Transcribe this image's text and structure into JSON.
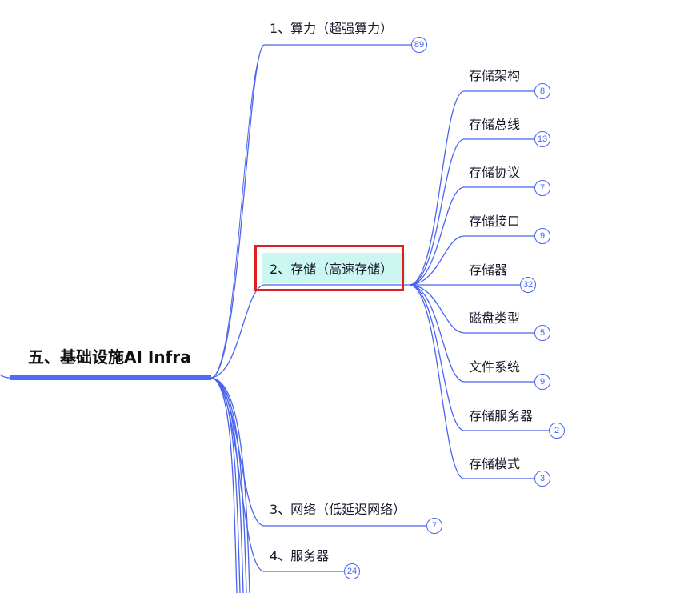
{
  "colors": {
    "line": "#4a64f0",
    "root_bar": "#4a6cf7",
    "highlight_bg": "#ccf7f1",
    "highlight_border": "#e02020"
  },
  "root": {
    "label": "五、基础设施AI Infra"
  },
  "branches": [
    {
      "label": "1、算力（超强算力）",
      "count": "89"
    },
    {
      "label": "2、存储（高速存储）",
      "count": null,
      "highlighted": true,
      "children": [
        {
          "label": "存储架构",
          "count": "8"
        },
        {
          "label": "存储总线",
          "count": "13"
        },
        {
          "label": "存储协议",
          "count": "7"
        },
        {
          "label": "存储接口",
          "count": "9"
        },
        {
          "label": "存储器",
          "count": "32"
        },
        {
          "label": "磁盘类型",
          "count": "5"
        },
        {
          "label": "文件系统",
          "count": "9"
        },
        {
          "label": "存储服务器",
          "count": "2"
        },
        {
          "label": "存储模式",
          "count": "3"
        }
      ]
    },
    {
      "label": "3、网络（低延迟网络）",
      "count": "7"
    },
    {
      "label": "4、服务器",
      "count": "24"
    }
  ]
}
